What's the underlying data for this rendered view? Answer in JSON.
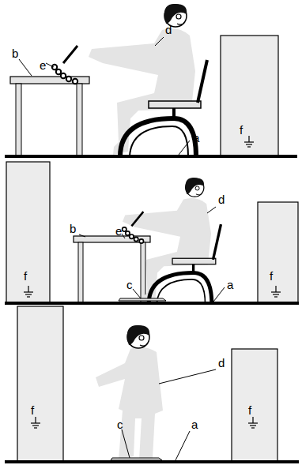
{
  "diagram": {
    "labels": [
      "d",
      "b",
      "e",
      "f",
      "a",
      "d",
      "b",
      "e",
      "f",
      "c",
      "a",
      "f",
      "d",
      "f",
      "c",
      "f",
      "a"
    ]
  }
}
